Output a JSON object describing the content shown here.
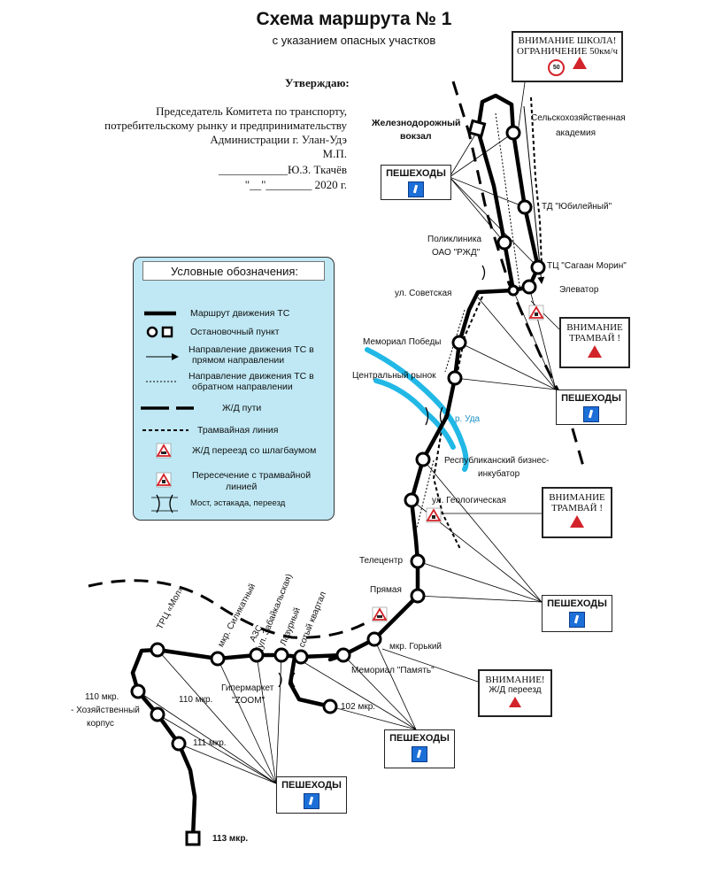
{
  "header": {
    "title": "Схема маршрута № 1",
    "subtitle": "с указанием опасных участков"
  },
  "approval": {
    "heading": "Утверждаю:",
    "line1": "Председатель Комитета по транспорту,",
    "line2": "потребительскому рынку и предпринимательству",
    "line3": "Администрации г. Улан-Удэ",
    "line4": "М.П.",
    "signature": "____________Ю.З. Ткачёв",
    "date": "\"__\"________ 2020 г."
  },
  "legend": {
    "title": "Условные обозначения:",
    "route": "Маршрут движения ТС",
    "stop": "Остановочный пункт",
    "forward_line1": "Направление движения ТС в",
    "forward_line2": "прямом направлении",
    "reverse_line1": "Направление движения ТС в",
    "reverse_line2": "обратном направлении",
    "rail": "Ж/Д пути",
    "tram": "Трамвайная линия",
    "crossing": "Ж/Д переезд со шлагбаумом",
    "tram_cross_line1": "Пересечение с трамвайной",
    "tram_cross_line2": "линией",
    "bridge": "Мост, эстакада, переезд"
  },
  "warnings": {
    "school_line1": "ВНИМАНИЕ ШКОЛА!",
    "school_line2": "ОГРАНИЧЕНИЕ 50км/ч",
    "speed": "50",
    "tram1_line1": "ВНИМАНИЕ",
    "tram1_line2": "ТРАМВАЙ !",
    "tram2_line1": "ВНИМАНИЕ",
    "tram2_line2": "ТРАМВАЙ !",
    "rail_line1": "ВНИМАНИЕ!",
    "rail_line2": "Ж/Д переезд"
  },
  "pedestrians": {
    "label": "ПЕШЕХОДЫ"
  },
  "stops": {
    "railway_station_line1": "Железнодорожный",
    "railway_station_line2": "вокзал",
    "agri_academy_line1": "Сельскохозяйственная",
    "agri_academy_line2": "академия",
    "td_yubileyny": "ТД \"Юбилейный\"",
    "polyclinic_line1": "Поликлиника",
    "polyclinic_line2": "ОАО \"РЖД\"",
    "tc_sagaan_morin": "ТЦ \"Сагаан Морин\"",
    "elevator": "Элеватор",
    "sovetskaya": "ул. Советская",
    "victory_memorial": "Мемориал Победы",
    "central_market": "Центральный рынок",
    "uda_river": "р. Уда",
    "business_incubator_line1": "Республиканский бизнес-",
    "business_incubator_line2": "инкубатор",
    "geologicheskaya": "ул. Геологическая",
    "telecenter": "Телецентр",
    "pryamaya": "Прямая",
    "gorky": "мкр. Горький",
    "memorial_pamyat": "Мемориал \"Память\"",
    "mkr_102": "102 мкр.",
    "trc_mall": "ТРЦ «Мол»",
    "silikatny": "мкр. Силикатный",
    "azs": "АЗС",
    "zabaikalskaya": "(ул. Забайкальская)",
    "lazurny": "Лазурный",
    "sotyi_kvartal": "сотый квартал",
    "hypermarket_line1": "Гипермаркет",
    "hypermarket_line2": "\"ZOOM\"",
    "mkr_110_corpus_line1": "110 мкр.",
    "mkr_110_corpus_line2": "- Хозяйственный",
    "mkr_110_corpus_line3": "корпус",
    "mkr_110": "110 мкр.",
    "mkr_111": "111 мкр.",
    "mkr_113": "113 мкр."
  },
  "colors": {
    "route": "#000000",
    "legend_bg": "#bfe8f4",
    "river": "#22b8e6",
    "sign_red": "#d2232a",
    "ped_blue": "#1d6fd8"
  }
}
